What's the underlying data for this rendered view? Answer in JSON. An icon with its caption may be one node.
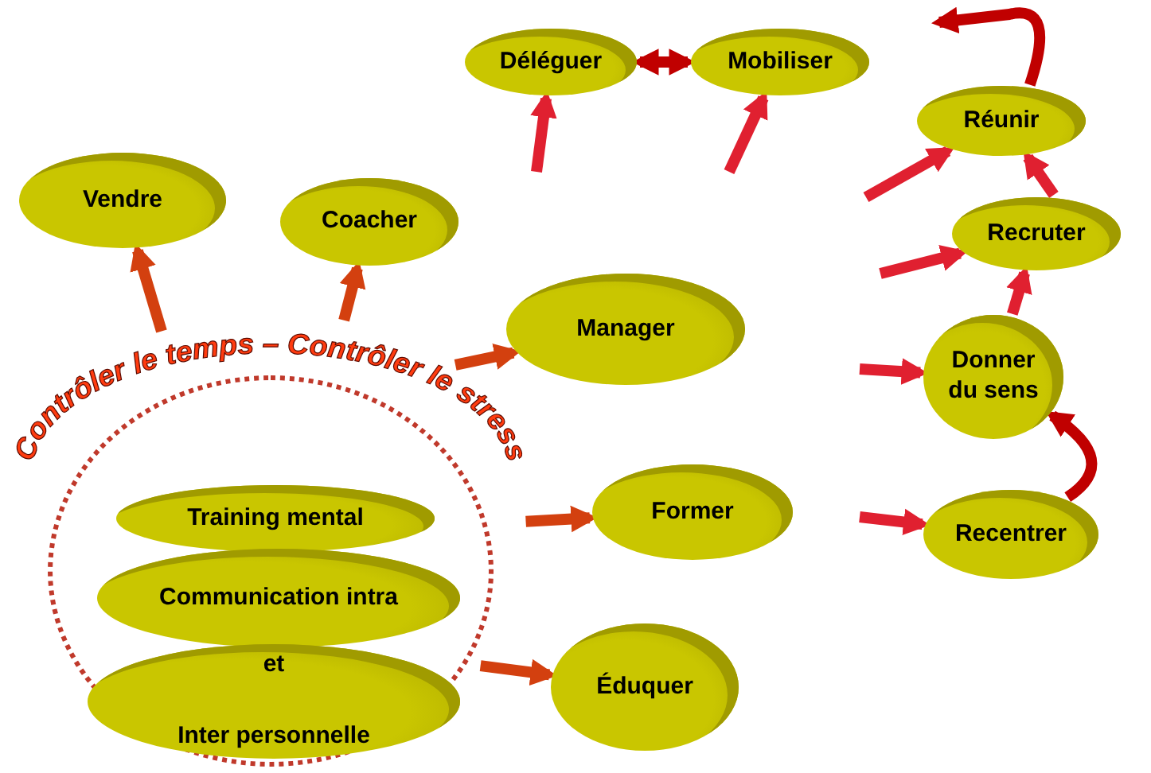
{
  "diagram": {
    "nodes": [
      {
        "text": [
          "Déléguer"
        ]
      },
      {
        "text": [
          "Mobiliser"
        ]
      },
      {
        "text": [
          "Réunir"
        ]
      },
      {
        "text": [
          "Vendre"
        ]
      },
      {
        "text": [
          "Coacher"
        ]
      },
      {
        "text": [
          "Recruter"
        ]
      },
      {
        "text": [
          "Manager"
        ]
      },
      {
        "text": [
          "Donner du sens"
        ]
      },
      {
        "text": [
          "Contrôler le temps – Contrôler le stress"
        ]
      },
      {
        "text": [
          "Training mental"
        ],
        "in": 8
      },
      {
        "text": [
          "Communication intra"
        ],
        "in": 8
      },
      {
        "text": [
          "et",
          "Inter personnelle"
        ],
        "in": 8
      },
      {
        "text": [
          "Former"
        ]
      },
      {
        "text": [
          "Recentrer"
        ]
      },
      {
        "text": [
          "Éduquer"
        ]
      }
    ],
    "edges": [
      {
        "from": 8,
        "to": 3,
        "arrow": "to",
        "color": "#d3400f"
      },
      {
        "from": 8,
        "to": 4,
        "arrow": "to",
        "color": "#d3400f"
      },
      {
        "from": 8,
        "to": 6,
        "arrow": "to",
        "color": "#d3400f"
      },
      {
        "from": 8,
        "to": 12,
        "arrow": "to",
        "color": "#d3400f"
      },
      {
        "from": 8,
        "to": 14,
        "arrow": "to",
        "color": "#d3400f"
      },
      {
        "from": null,
        "to": 0,
        "arrow": "to"
      },
      {
        "from": null,
        "to": 1,
        "arrow": "to"
      },
      {
        "from": null,
        "to": 2,
        "arrow": "to"
      },
      {
        "from": null,
        "to": 5,
        "arrow": "to"
      },
      {
        "from": null,
        "to": 7,
        "arrow": "to"
      },
      {
        "from": null,
        "to": 13,
        "arrow": "to"
      },
      {
        "from": 0,
        "to": 1,
        "arrow": "both",
        "color": "#c00000"
      },
      {
        "from": 5,
        "to": 2,
        "arrow": "to"
      },
      {
        "from": 7,
        "to": 5,
        "arrow": "to"
      },
      {
        "from": 13,
        "to": 7,
        "arrow": "to",
        "color": "#c00000"
      },
      {
        "from": 2,
        "to": null,
        "arrow": "to",
        "color": "#c00000"
      }
    ]
  }
}
